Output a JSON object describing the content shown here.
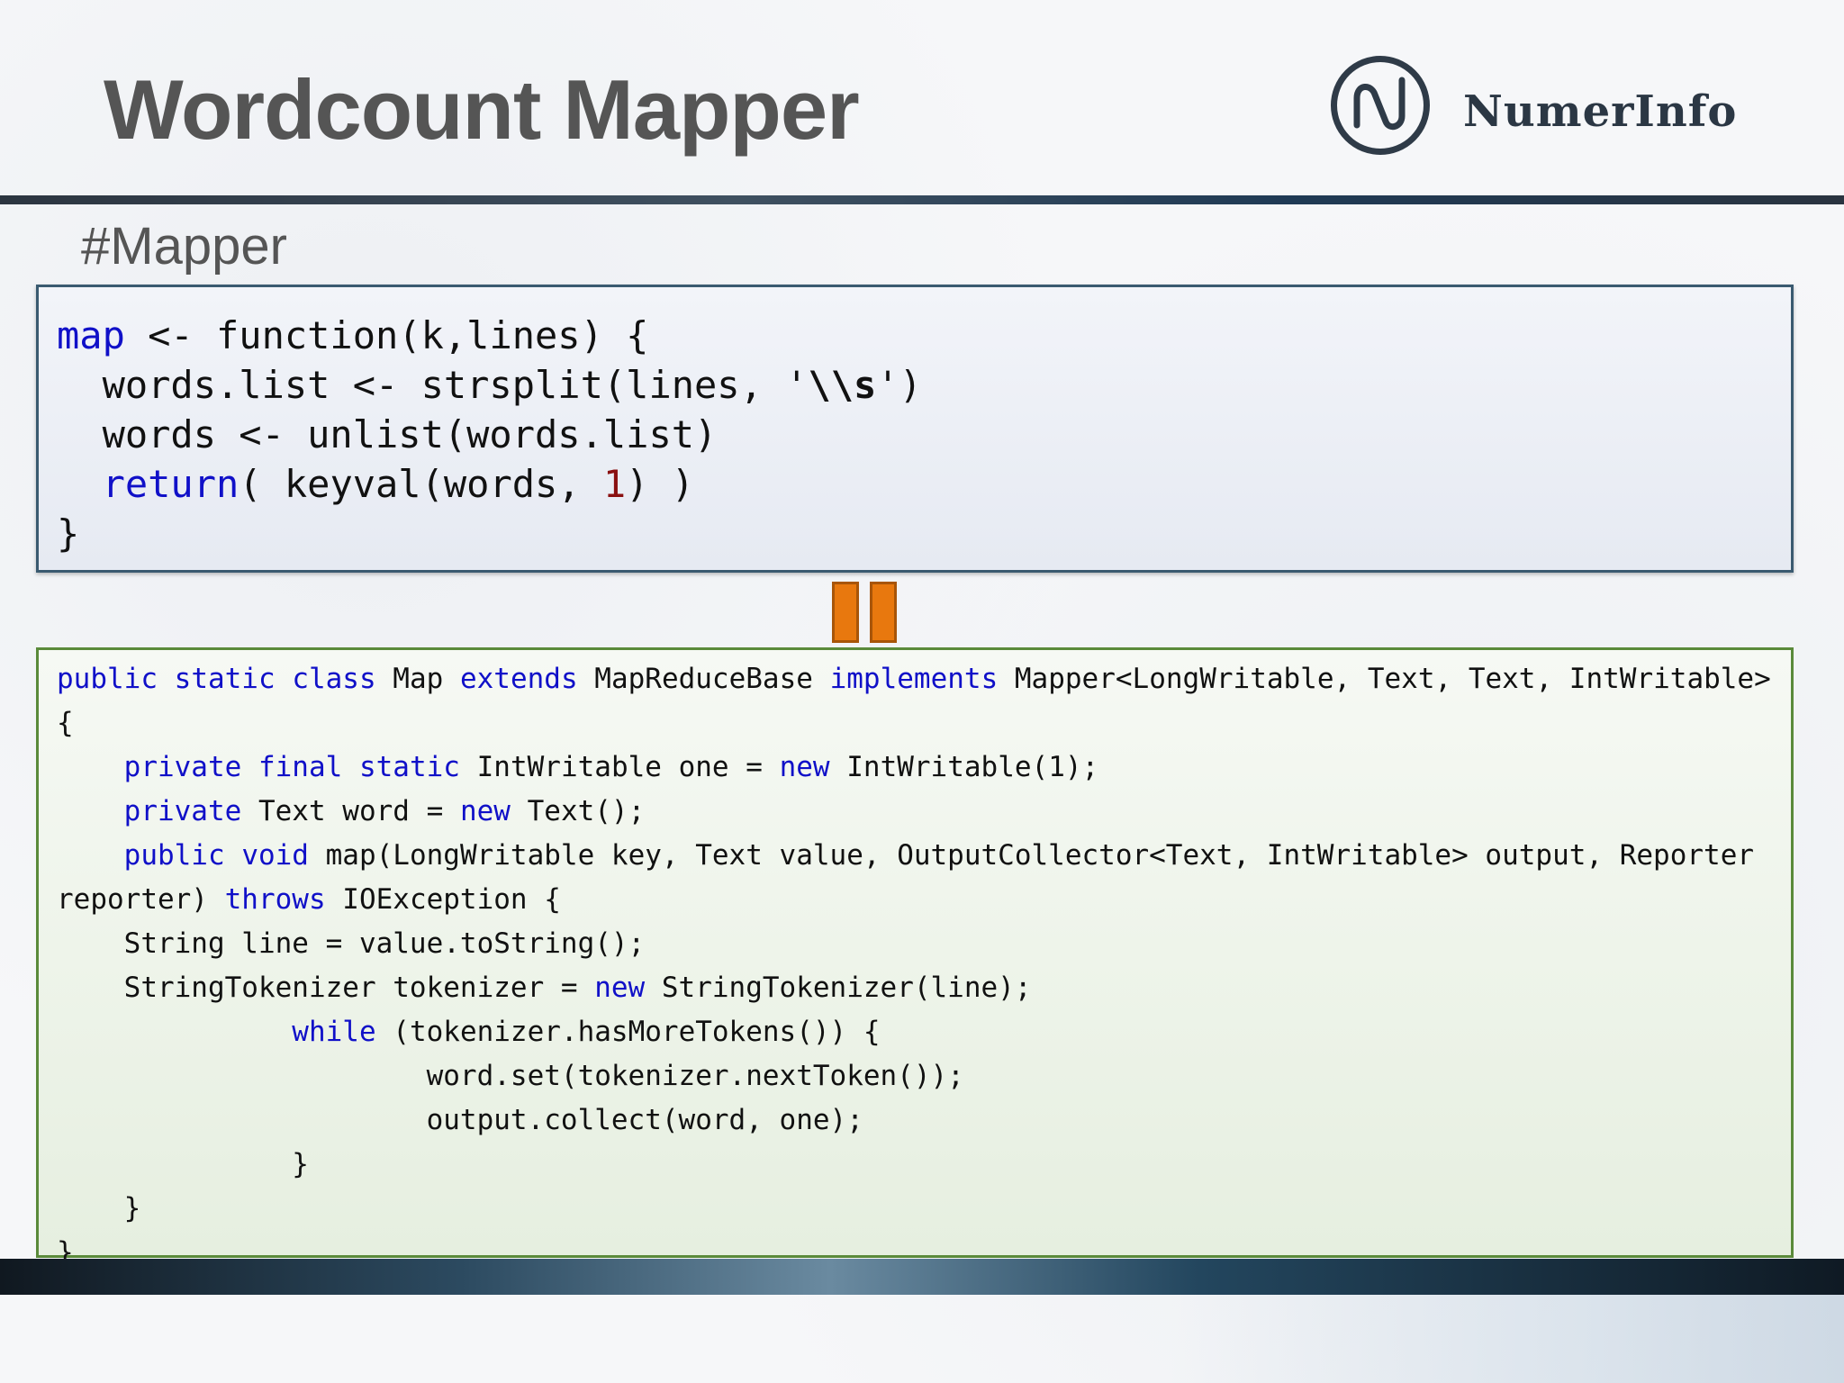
{
  "slide": {
    "title": "Wordcount Mapper",
    "subtitle": "#Mapper"
  },
  "logo": {
    "text": "NumerInfo",
    "icon": "numerinfo-logo-icon"
  },
  "r_code": {
    "line1_kw": "map",
    "line1_rest": " <- function(k,lines) {",
    "line2_a": "  words.list <- strsplit(lines, '",
    "line2_b": "\\\\s",
    "line2_c": "')",
    "line3": "  words <- unlist(words.list)",
    "line4_indent": "  ",
    "line4_kw": "return",
    "line4_a": "( keyval(words, ",
    "line4_num": "1",
    "line4_b": ") )",
    "line5": "}"
  },
  "pause_icon": "pause-icon",
  "java_code": {
    "l1_public": "public",
    "l1_static": "static",
    "l1_class": "class",
    "l1_map": " Map ",
    "l1_extends": "extends",
    "l1_base": " MapReduceBase ",
    "l1_implements": "implements",
    "l1_mapper": " Mapper<LongWritable, Text, Text, IntWritable>",
    "l2": "{",
    "l3_private": "private",
    "l3_final": "final",
    "l3_static": "static",
    "l3_a": " IntWritable one = ",
    "l3_new": "new",
    "l3_b": " IntWritable(1);",
    "l4_private": "private",
    "l4_a": " Text word = ",
    "l4_new": "new",
    "l4_b": " Text();",
    "l5_public": "public",
    "l5_void": "void",
    "l5_a": " map(LongWritable key, Text value, OutputCollector<Text, IntWritable> output, Reporter",
    "l6_a": "reporter) ",
    "l6_throws": "throws",
    "l6_b": " IOException {",
    "l7": "    String line = value.toString();",
    "l8_a": "    StringTokenizer tokenizer = ",
    "l8_new": "new",
    "l8_b": " StringTokenizer(line);",
    "l9_while": "while",
    "l9_a": " (tokenizer.hasMoreTokens()) {",
    "l10": "                      word.set(tokenizer.nextToken());",
    "l11": "                      output.collect(word, one);",
    "l12": "              }",
    "l13": "    }",
    "l14": "}"
  }
}
